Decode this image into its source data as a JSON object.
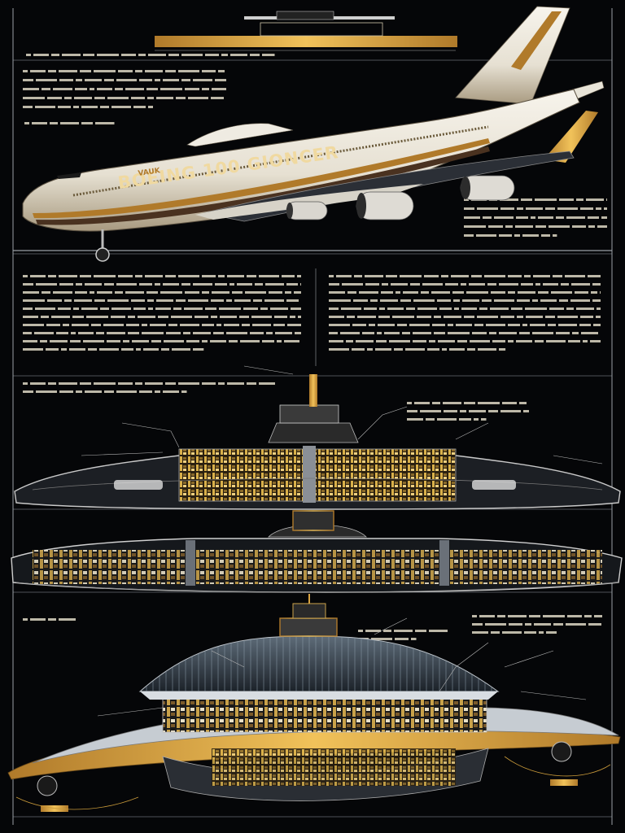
{
  "title": "",
  "livery_text": "BOEING 100 GIONCER",
  "nose_badge": "VAUK",
  "colors": {
    "background": "#050608",
    "frame": "#9aa0a6",
    "fuselage": "#eeeae0",
    "gold": "#d9a441",
    "cabin": "#e0b84a",
    "shadow": "#3a2a18"
  },
  "illustration": {
    "subject": "airliner blueprint poster",
    "sections": [
      "plane-side-view",
      "cutaway-deck-1",
      "cutaway-deck-2",
      "saucer-hull-cutaway"
    ]
  }
}
